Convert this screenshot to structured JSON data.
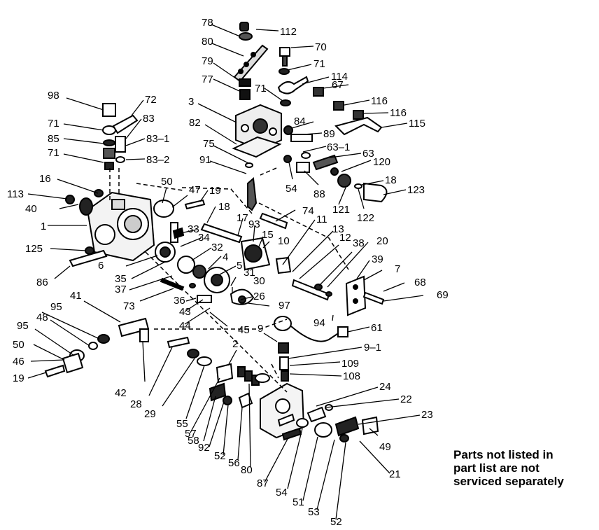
{
  "labels": [
    "78",
    "112",
    "80",
    "70",
    "71",
    "79",
    "114",
    "77",
    "71",
    "67",
    "3",
    "116",
    "116",
    "115",
    "84",
    "82",
    "89",
    "63–1",
    "75",
    "63",
    "120",
    "91",
    "54",
    "88",
    "18",
    "123",
    "121",
    "122",
    "98",
    "72",
    "83",
    "71",
    "83–1",
    "85",
    "71",
    "83–2",
    "16",
    "50",
    "47",
    "19",
    "113",
    "40",
    "18",
    "1",
    "17",
    "74",
    "93",
    "11",
    "15",
    "13",
    "12",
    "38",
    "20",
    "33",
    "34",
    "10",
    "125",
    "32",
    "6",
    "4",
    "39",
    "86",
    "35",
    "5",
    "31",
    "7",
    "68",
    "30",
    "69",
    "37",
    "73",
    "36",
    "26",
    "43",
    "97",
    "44",
    "41",
    "9",
    "94",
    "61",
    "95",
    "48",
    "45",
    "95",
    "9–1",
    "50",
    "2",
    "109",
    "46",
    "108",
    "19",
    "24",
    "42",
    "28",
    "22",
    "29",
    "23",
    "55",
    "57",
    "49",
    "58",
    "92",
    "52",
    "56",
    "80",
    "87",
    "54",
    "21",
    "51",
    "53",
    "52"
  ],
  "note": [
    "Parts not listed in",
    "part list are not",
    "serviced separately"
  ]
}
